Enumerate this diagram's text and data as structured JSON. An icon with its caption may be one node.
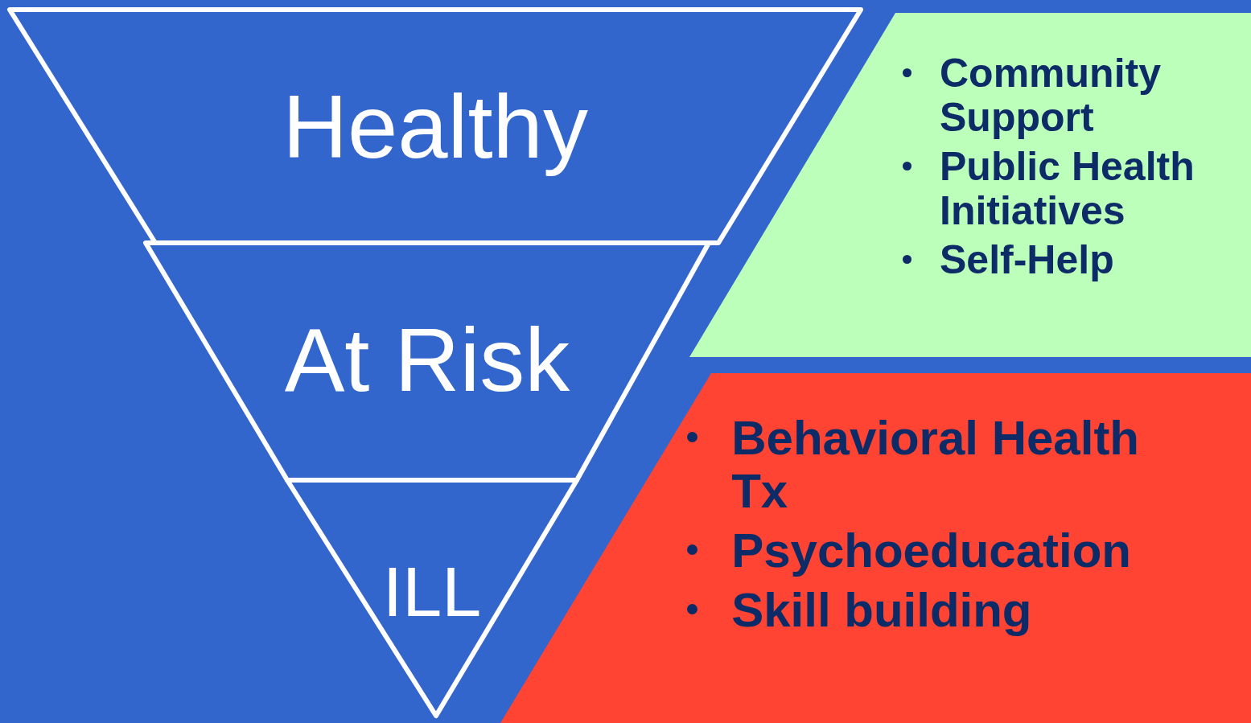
{
  "diagram": {
    "nodes": [
      {
        "text": [
          "Healthy"
        ]
      },
      {
        "text": [
          "At Risk"
        ]
      },
      {
        "text": [
          "ILL"
        ]
      },
      {
        "text": [
          "Community Support",
          "Public Health Initiatives",
          "Self-Help"
        ]
      },
      {
        "text": [
          "Behavioral Health Tx",
          "Psychoeducation",
          "Skill building"
        ]
      }
    ]
  }
}
